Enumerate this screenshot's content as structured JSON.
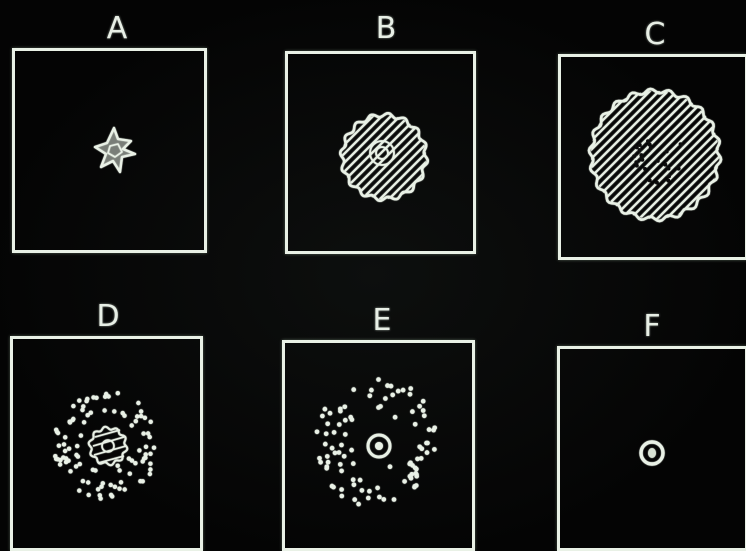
{
  "panels": [
    {
      "label": "A",
      "pattern": "star"
    },
    {
      "label": "B",
      "pattern": "hatched-disc-small"
    },
    {
      "label": "C",
      "pattern": "hatched-disc-large"
    },
    {
      "label": "D",
      "pattern": "dots-with-core"
    },
    {
      "label": "E",
      "pattern": "dots-with-ring"
    },
    {
      "label": "F",
      "pattern": "ring"
    }
  ],
  "colors": {
    "line": "#e9f1e6",
    "background": "#050505"
  }
}
